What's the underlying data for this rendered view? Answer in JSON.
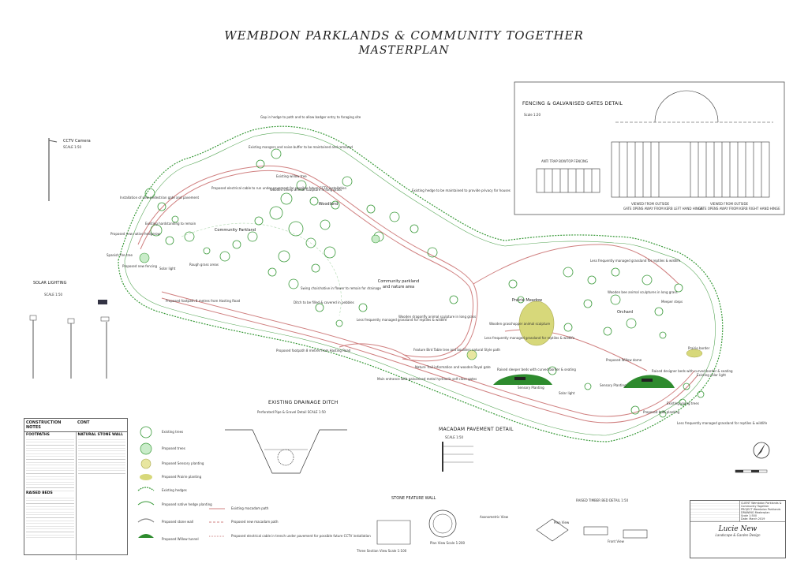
{
  "title": {
    "line1": "WEMBDON PARKLANDS & COMMUNITY TOGETHER",
    "line2": "MASTERPLAN"
  },
  "areas": {
    "community_parkland": "Community Parkland",
    "woodland": "Woodland",
    "community_parkland_nature_1": "Community parkland",
    "community_parkland_nature_2": "and nature area",
    "prairie_meadow": "Prairie Meadow",
    "orchard": "Orchard",
    "cctv_camera": "CCTV Camera",
    "cctv_scale": "SCALE 1:50",
    "solar_lighting": "SOLAR LIGHTING",
    "solar_scale": "SCALE 1:50",
    "proposed_play": "Proposed play tree"
  },
  "annotations": [
    "Gap in hedge to path and to allow badger entry to foraging site",
    "Existing mangers and noise buffer to be maintained and removed",
    "Existing willow tree",
    "Proposed electrical cable to run under pavement for possible future CCTV installation",
    "Wooden sheep animal sculpture in long grass",
    "Existing hedge to be maintained to provide privacy for houses",
    "Installation of new pedestrian gate and pavement",
    "Existing hardstanding to remain",
    "Proposed new native hedgerow",
    "Spanish fire tree",
    "Proposed new fencing",
    "Solar light",
    "Rough grass areas",
    "Proposed footpath 8 metres from Hasting Road",
    "Ditch to be filled & covered in pebbles",
    "Swing chair/native in flower to remain for drainage",
    "Less frequently managed grassland for reptiles & wildlife",
    "Wooden dragonfly animal sculpture in long grass",
    "Proposed footpath 8 metres from Hasting Road",
    "Feature Bird Table tree and boulders natural Style path",
    "Nature Trail information and wooden Royal gate",
    "Main entrance with galvanised metal hydraulic self close gates",
    "Wooden grasshopper animal sculpture",
    "Less frequently managed grassland for reptiles & wildlife",
    "Raised sleeper beds with curved border & seating",
    "Sensory Planting",
    "Solar light",
    "Less frequently managed grassland for reptiles & wildlife",
    "Wooden bee animal sculptures in long grass",
    "Meeper steps",
    "Proposed Willow dome",
    "Sensory Planting",
    "Raised designer beds with curved border & seating",
    "Prairie border",
    "Existing solar light",
    "Existing young trees",
    "Proposed bulb planting",
    "Less frequently managed grassland for reptiles & wildlife"
  ],
  "fencing_detail": {
    "title": "FENCING & GALVANISED GATES DETAIL",
    "scale": "Scale 1:20",
    "left_label": "ANTI TRAP BOWTOP FENCING",
    "view_left": "VIEWED FROM OUTSIDE",
    "view_right": "VIEWED FROM OUTSIDE",
    "gate_left": "GATE OPENS AWAY FROM KERB LEFT HAND HINGE",
    "gate_right": "GATE OPENS AWAY FROM KERB RIGHT HAND HINGE"
  },
  "drainage": {
    "title": "EXISTING DRAINAGE DITCH",
    "subtitle": "Perforated Pipe & Gravel Detail   SCALE 1:50"
  },
  "macadam": {
    "title": "MACADAM PAVEMENT DETAIL",
    "scale": "SCALE 1:50"
  },
  "stone_wall": {
    "title": "STONE FEATURE WALL",
    "section": "Three Section View Scale 1:100",
    "plan": "Plan View Scale 1:200",
    "axo": "Axonometric View",
    "planv": "Plan View",
    "front": "Front View"
  },
  "raised_beds": {
    "title": "RAISED TIMBER BED DETAIL 1:50"
  },
  "legend": [
    {
      "label": "Existing trees"
    },
    {
      "label": "Proposed trees"
    },
    {
      "label": "Proposed Sensory planting"
    },
    {
      "label": "Proposed Prairie planting"
    },
    {
      "label": "Existing hedges"
    },
    {
      "label": "Proposed native hedge planting"
    },
    {
      "label": "Proposed stone wall"
    },
    {
      "label": "Proposed Willow tunnel"
    },
    {
      "label": "Existing macadam path"
    },
    {
      "label": "Proposed new macadam path"
    },
    {
      "label": "Proposed electrical cable in trench under pavement for possible future CCTV installation"
    }
  ],
  "construction_notes": {
    "title": "CONSTRUCTION NOTES",
    "cont": "CONT",
    "paths_h": "FOOTPATHS",
    "stone_h": "NATURAL STONE WALL",
    "raised_h": "RAISED BEDS"
  },
  "title_block": {
    "client_label": "CLIENT",
    "client": "Wembdon Parklands & Community Together",
    "project_label": "PROJECT",
    "project": "Wembdon Parklands",
    "drawing_label": "DRAWING",
    "drawing": "Masterplan",
    "scale": "Scale 1:500",
    "date": "Date: March 2019",
    "logo": "Lucie New",
    "logo_sub": "Landscape & Garden Design"
  },
  "colors": {
    "tree_outline": "#3a9a3a",
    "proposed_tree": "#55b455",
    "prairie": "#d7d87a",
    "sensory": "#2e8b2e",
    "path": "#d08080",
    "hedge": "#3a9a3a"
  }
}
